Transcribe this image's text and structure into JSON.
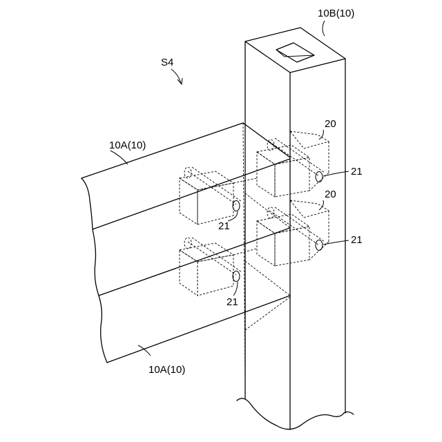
{
  "figure_label": "S4",
  "labels": {
    "column": "10B(10)",
    "beam_upper": "10A(10)",
    "beam_lower": "10A(10)",
    "fitting_upper": "20",
    "fitting_lower": "20",
    "pin_upper_right": "21",
    "pin_upper_left": "21",
    "pin_lower_right": "21",
    "pin_lower_left": "21"
  },
  "colors": {
    "ink": "#000000",
    "paper": "#ffffff"
  }
}
